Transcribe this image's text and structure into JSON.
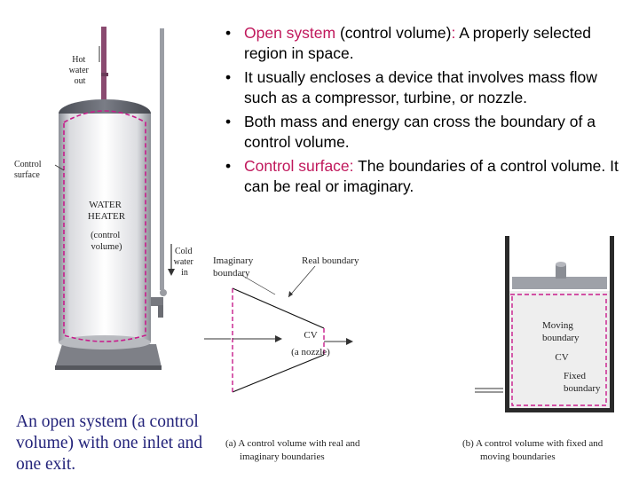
{
  "bullets": [
    {
      "highlight": "Open system",
      "rest_mid": " (control volume)",
      "highlight2": ":",
      "text": " A properly selected region in space."
    },
    {
      "text": "It usually encloses a device that involves mass flow such as a compressor, turbine, or nozzle."
    },
    {
      "text": "Both mass and energy can cross the boundary of a control volume."
    },
    {
      "highlight": "Control surface",
      "highlight2": ":",
      "text": " The boundaries of a control volume. It can be real or imaginary."
    }
  ],
  "caption": "An open system (a control volume) with one inlet and one exit.",
  "heater": {
    "hot_water_out": [
      "Hot",
      "water",
      "out"
    ],
    "control_surface": [
      "Control",
      "surface"
    ],
    "title": [
      "WATER",
      "HEATER"
    ],
    "cv": [
      "(control",
      "volume)"
    ],
    "cold_water_in": [
      "Cold",
      "water",
      "in"
    ]
  },
  "nozzle_fig": {
    "imaginary_boundary": [
      "Imaginary",
      "boundary"
    ],
    "real_boundary": "Real boundary",
    "cv": "CV",
    "sub": "(a nozzle)",
    "caption_a": [
      "(a) A control volume with real and",
      "imaginary boundaries"
    ]
  },
  "piston_fig": {
    "moving_boundary": [
      "Moving",
      "boundary"
    ],
    "cv": "CV",
    "fixed_boundary": [
      "Fixed",
      "boundary"
    ],
    "caption_b": [
      "(b) A control volume with fixed and",
      "moving boundaries"
    ]
  },
  "colors": {
    "highlight": "#c0185c",
    "caption": "#23237a",
    "boundary": "#c81c8c"
  }
}
